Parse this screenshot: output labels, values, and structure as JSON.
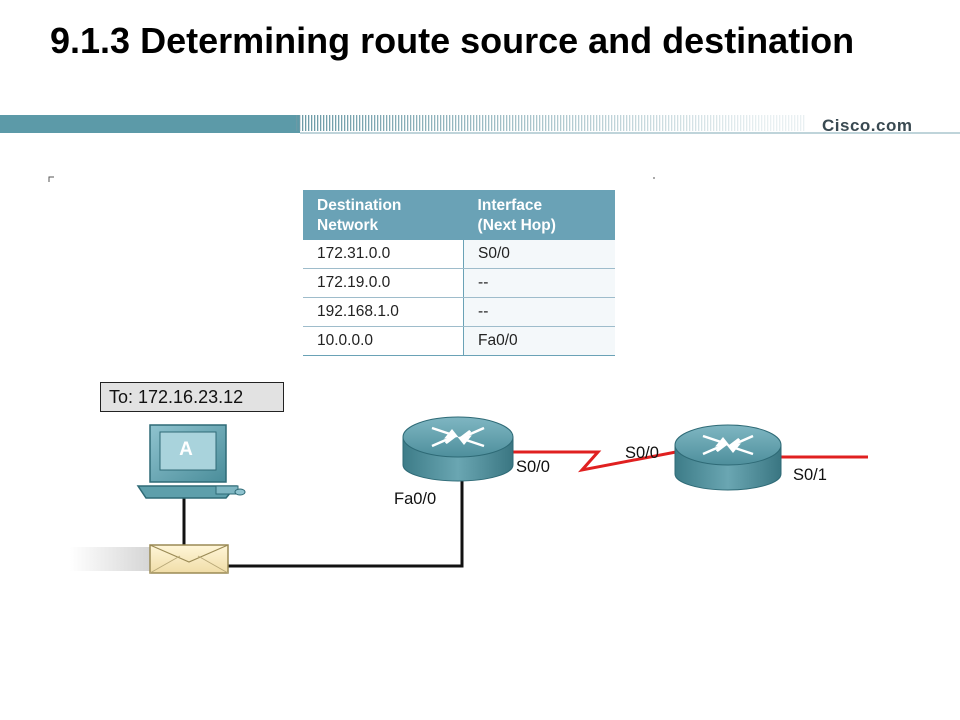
{
  "slide": {
    "title": "9.1.3 Determining route source and destination",
    "brand": "Cisco.com"
  },
  "routing_table": {
    "headers": [
      "Destination\nNetwork",
      "Interface\n(Next Hop)"
    ],
    "rows": [
      [
        "172.31.0.0",
        "S0/0"
      ],
      [
        "172.19.0.0",
        "--"
      ],
      [
        "192.168.1.0",
        "--"
      ],
      [
        "10.0.0.0",
        "Fa0/0"
      ]
    ]
  },
  "diagram": {
    "host_label": "A",
    "packet_destination": "To: 172.16.23.12",
    "router1": {
      "fast_ethernet": "Fa0/0",
      "serial": "S0/0"
    },
    "router2": {
      "serial_in": "S0/0",
      "serial_out": "S0/1"
    }
  },
  "colors": {
    "header_band": "#5c9aa8",
    "table_header": "#6aa2b6",
    "serial_link": "#e02020",
    "ethernet_link": "#111111",
    "router_body": "#4e8f9c"
  }
}
